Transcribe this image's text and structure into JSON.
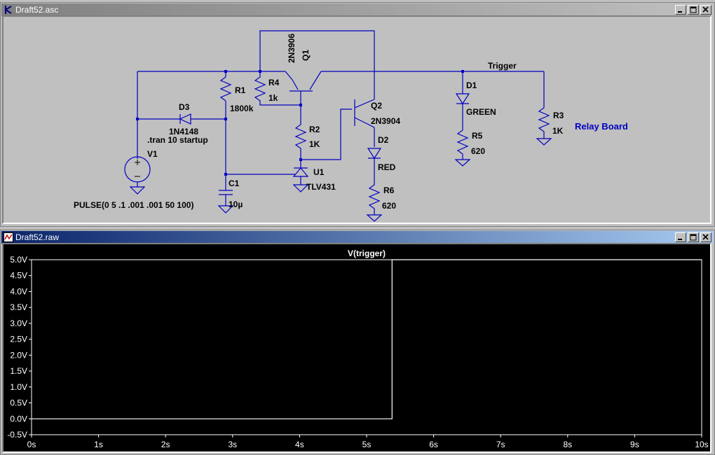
{
  "schematic_window": {
    "title": "Draft52.asc",
    "icon": "schematic-app-icon",
    "labels": {
      "q1_model": "2N3906",
      "q1_name": "Q1",
      "r1_name": "R1",
      "r1_value": "1800k",
      "r4_name": "R4",
      "r4_value": "1k",
      "d3_name": "D3",
      "d3_model": "1N4148",
      "directive": ".tran 10 startup",
      "v1_name": "V1",
      "v1_value": "PULSE(0 5 .1 .001 .001 50 100)",
      "c1_name": "C1",
      "c1_value": "10µ",
      "r2_name": "R2",
      "r2_value": "1K",
      "u1_name": "U1",
      "u1_model": "TLV431",
      "q2_name": "Q2",
      "q2_model": "2N3904",
      "d2_name": "D2",
      "d2_model": "RED",
      "r6_name": "R6",
      "r6_value": "620",
      "trigger_label": "Trigger",
      "d1_name": "D1",
      "d1_model": "GREEN",
      "r5_name": "R5",
      "r5_value": "620",
      "r3_name": "R3",
      "r3_value": "1K",
      "relay_comment": "Relay Board"
    },
    "colors": {
      "wire": "#0000c0",
      "comment": "#0000c0",
      "text": "#000000",
      "background": "#c0c0c0"
    }
  },
  "plot_window": {
    "title": "Draft52.raw",
    "icon": "waveform-app-icon",
    "trace_label": "V(trigger)"
  },
  "chart_data": {
    "type": "line",
    "title": "V(trigger)",
    "xlabel": "",
    "ylabel": "",
    "xlim": [
      0,
      10
    ],
    "ylim": [
      -0.5,
      5.0
    ],
    "x_ticks": [
      "0s",
      "1s",
      "2s",
      "3s",
      "4s",
      "5s",
      "6s",
      "7s",
      "8s",
      "9s",
      "10s"
    ],
    "y_ticks": [
      "5.0V",
      "4.5V",
      "4.0V",
      "3.5V",
      "3.0V",
      "2.5V",
      "2.0V",
      "1.5V",
      "1.0V",
      "0.5V",
      "0.0V",
      "-0.5V"
    ],
    "grid": false,
    "series": [
      {
        "name": "V(trigger)",
        "color": "#ffffff",
        "x": [
          0,
          5.38,
          5.38,
          10
        ],
        "y": [
          0,
          0,
          5,
          5
        ]
      }
    ]
  }
}
